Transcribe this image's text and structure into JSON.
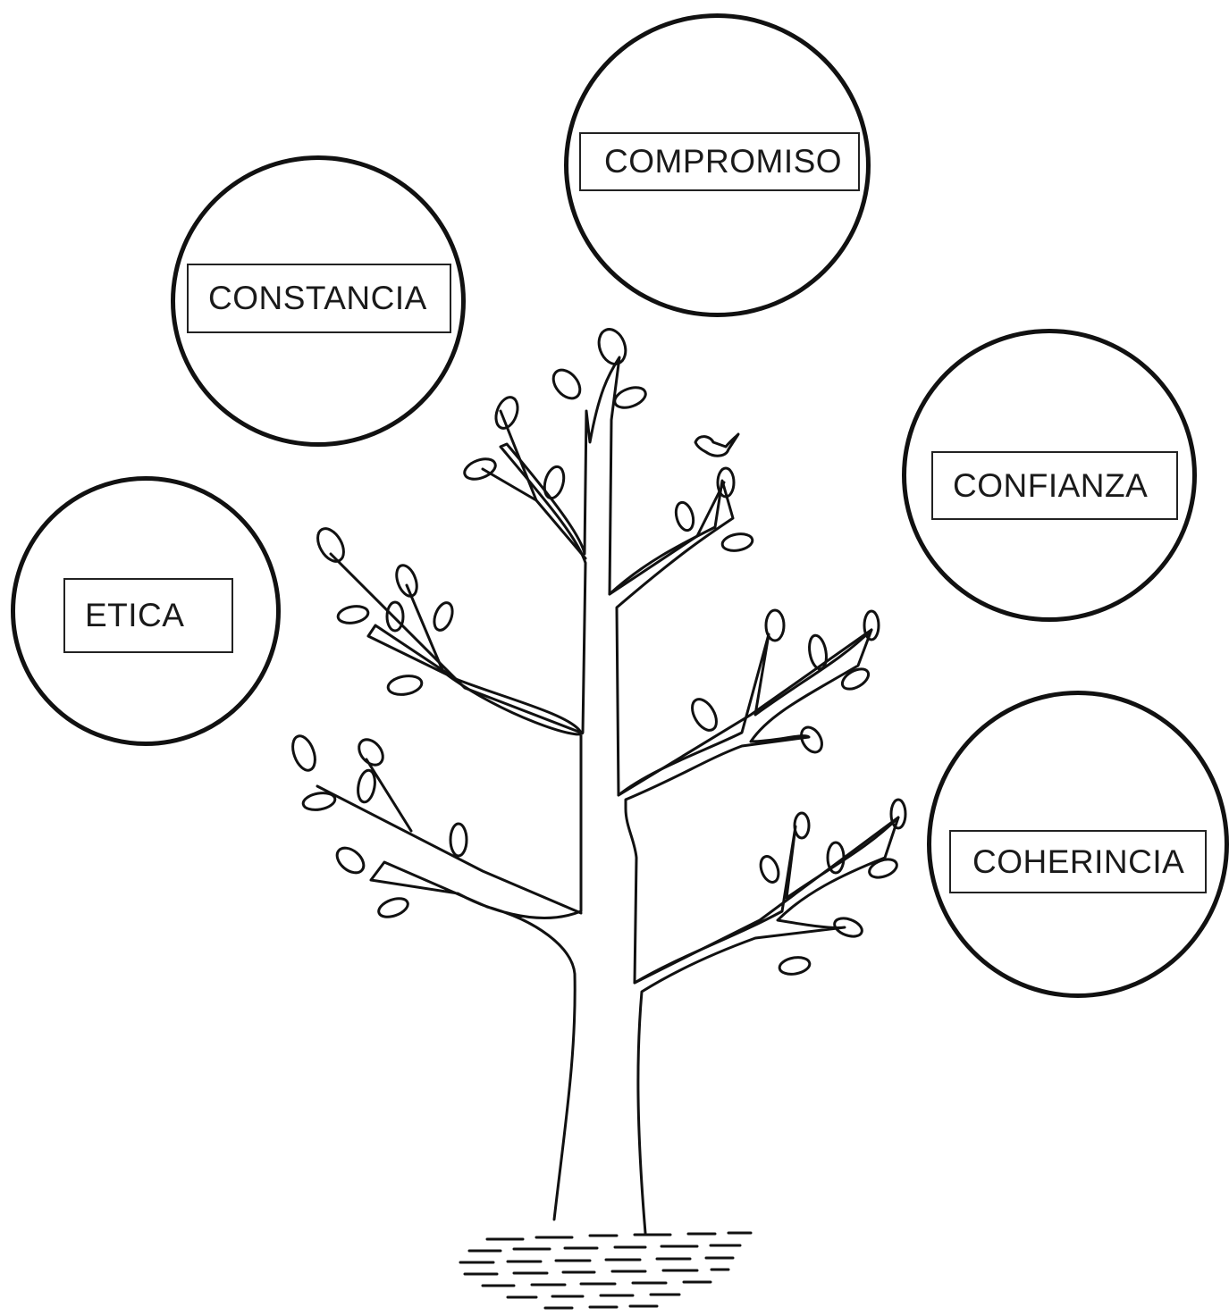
{
  "diagram": {
    "values": [
      {
        "id": "etica",
        "label": "ETICA"
      },
      {
        "id": "constancia",
        "label": "CONSTANCIA"
      },
      {
        "id": "compromiso",
        "label": "COMPROMISO"
      },
      {
        "id": "confianza",
        "label": "CONFIANZA"
      },
      {
        "id": "coherincia",
        "label": "COHERINCIA"
      }
    ]
  },
  "colors": {
    "stroke": "#111111",
    "background": "#ffffff"
  }
}
